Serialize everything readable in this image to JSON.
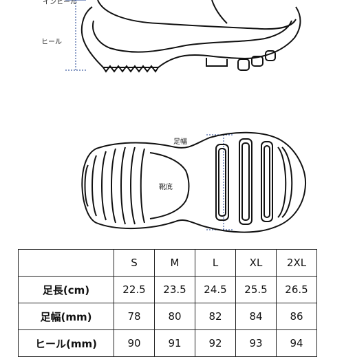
{
  "labels": {
    "insole": "インヒール",
    "heel": "ヒール",
    "width": "足幅",
    "sole": "靴底"
  },
  "size_table": {
    "headers": [
      "S",
      "M",
      "L",
      "XL",
      "2XL"
    ],
    "rows": [
      {
        "label": "足長(cm)",
        "values": [
          "22.5",
          "23.5",
          "24.5",
          "25.5",
          "26.5"
        ]
      },
      {
        "label": "足幅(mm)",
        "values": [
          "78",
          "80",
          "82",
          "84",
          "86"
        ]
      },
      {
        "label": "ヒール(mm)",
        "values": [
          "90",
          "91",
          "92",
          "93",
          "94"
        ]
      }
    ]
  }
}
